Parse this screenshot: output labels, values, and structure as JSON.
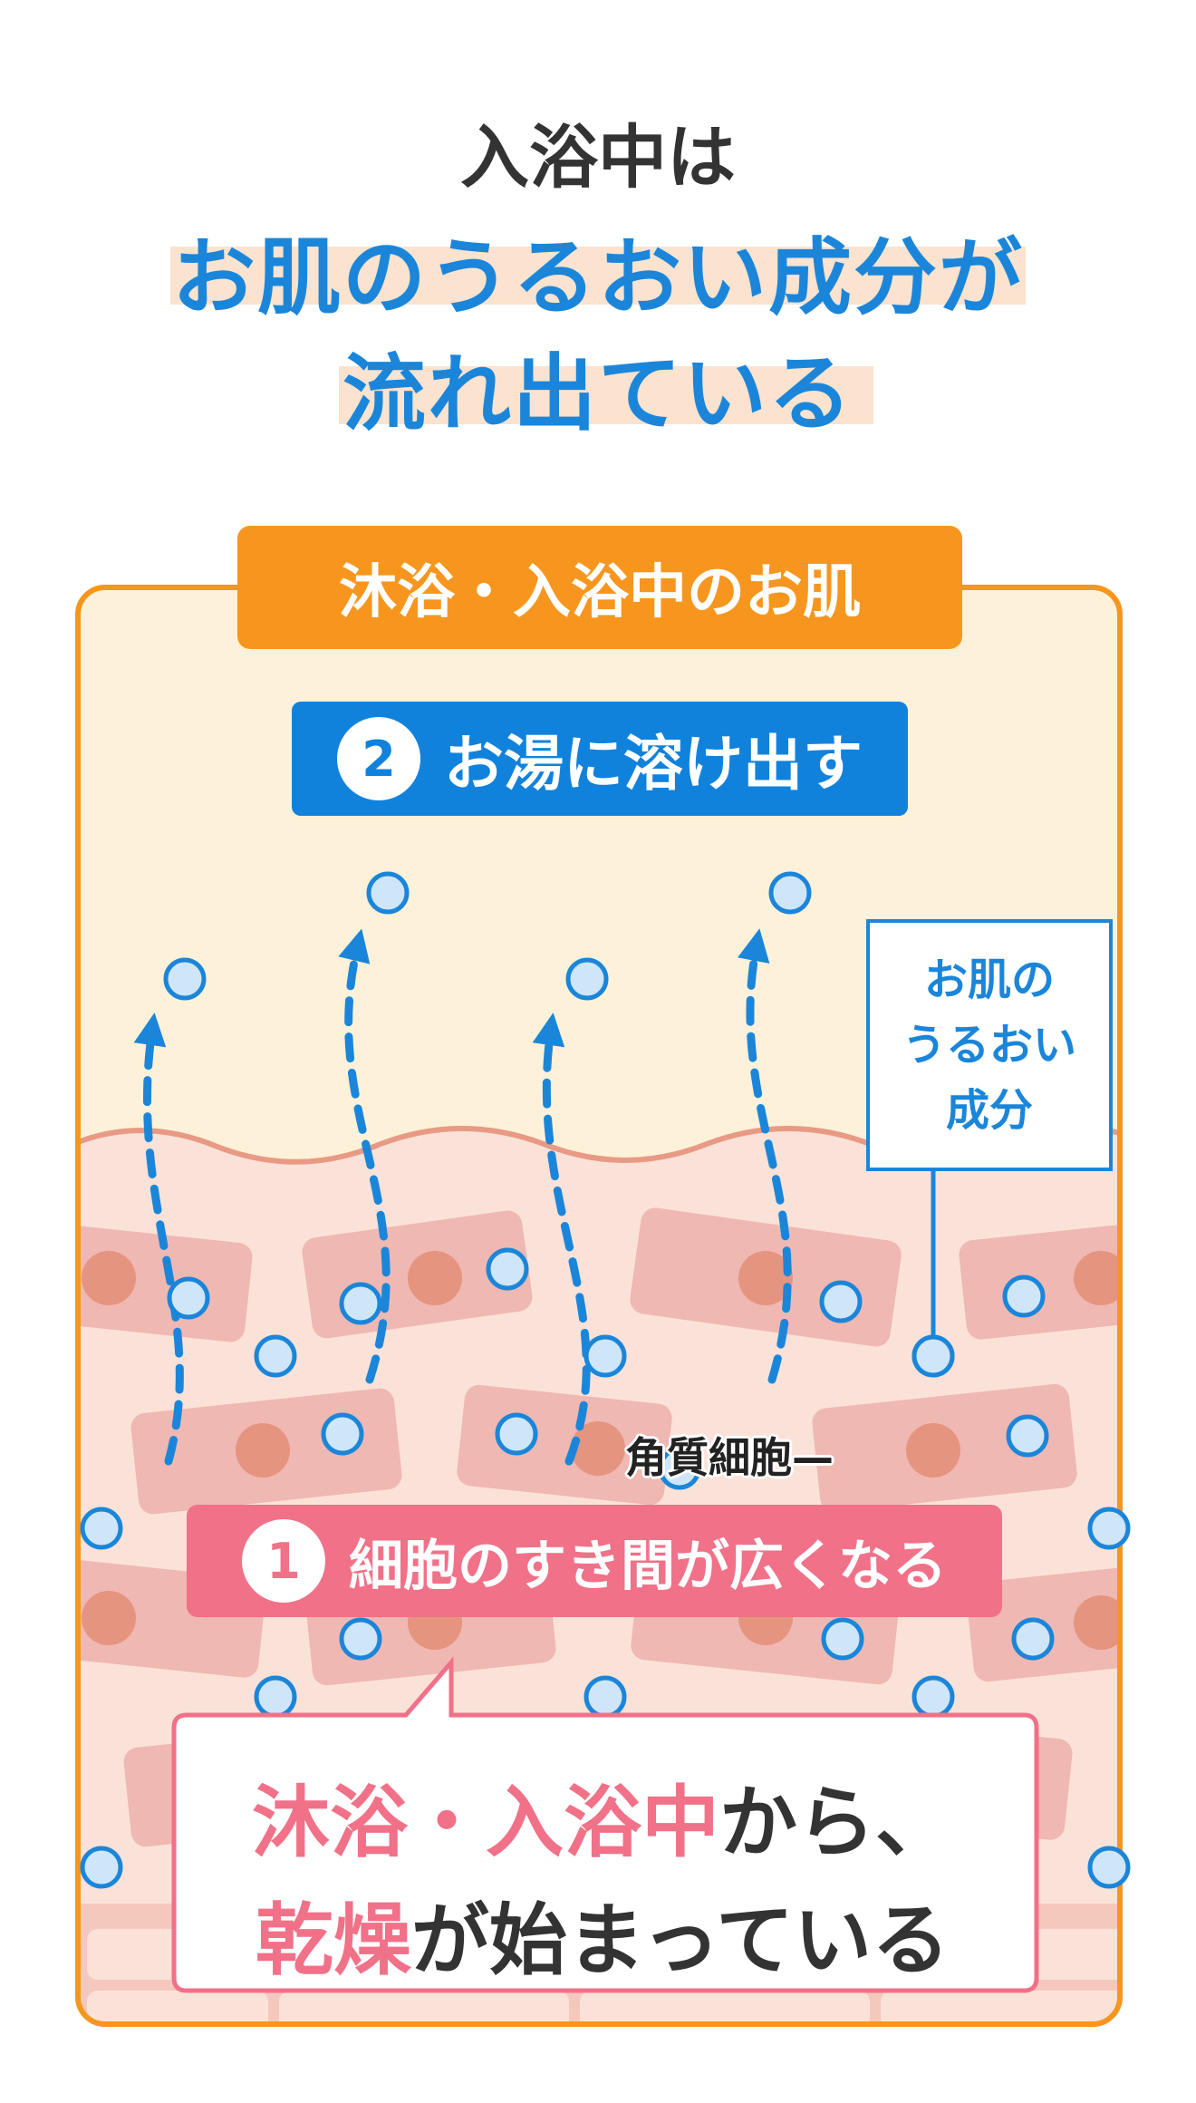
{
  "heading": {
    "line1": "入浴中は",
    "line2": "お肌のうるおい成分が",
    "line3": "流れ出ている"
  },
  "panel": {
    "title": "沐浴・入浴中のお肌",
    "step2": {
      "number": "2",
      "label": "お湯に溶け出す"
    },
    "moisture_label": [
      "お肌の",
      "うるおい",
      "成分"
    ],
    "cell_label": "角質細胞—",
    "step1": {
      "number": "1",
      "label": "細胞のすき間が広くなる"
    },
    "callout": {
      "line1_highlight": "沐浴・入浴中",
      "line1_rest": "から、",
      "line2_highlight": "乾燥",
      "line2_rest": "が始まっている"
    }
  },
  "colors": {
    "blue": "#1b86d9",
    "orange": "#f7961e",
    "pink": "#f07188",
    "cream": "#fdf2d9",
    "skin": "#fbe2d8",
    "cell": "#f0b8b2",
    "nucleus": "#e59480",
    "droplet": "#cfe6f8"
  }
}
